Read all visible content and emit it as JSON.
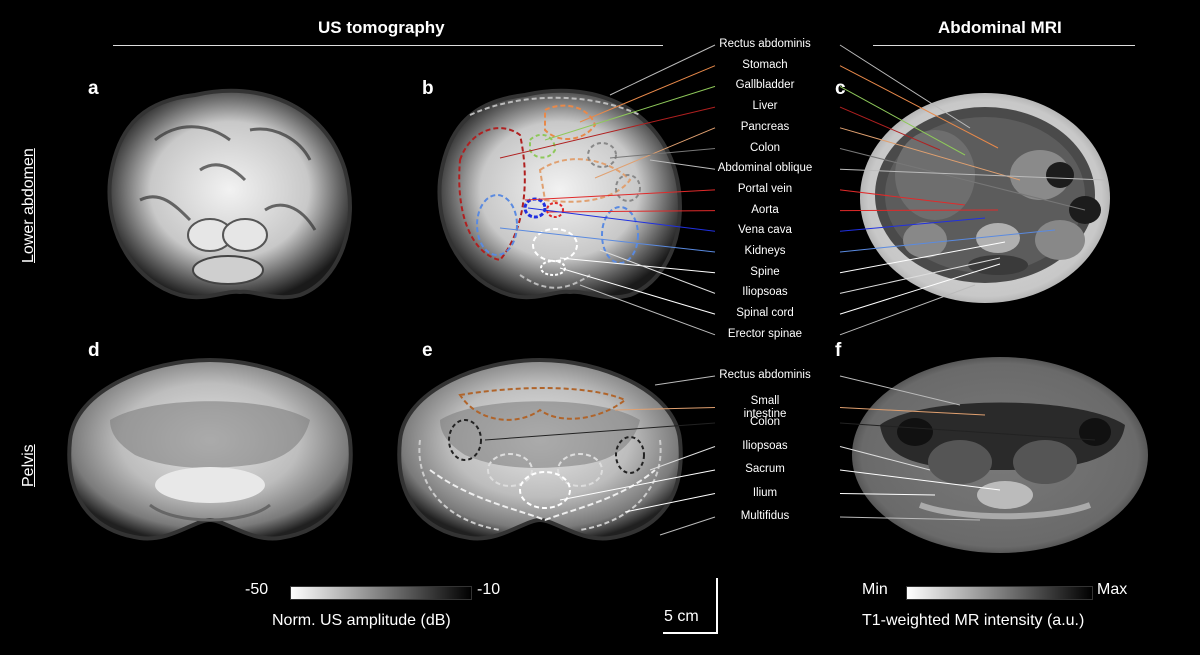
{
  "headers": {
    "left": "US tomography",
    "right": "Abdominal MRI"
  },
  "row_labels": {
    "top": "Lower abdomen",
    "bottom": "Pelvis"
  },
  "panel_letters": [
    "a",
    "b",
    "c",
    "d",
    "e",
    "f"
  ],
  "labels_upper": [
    {
      "text": "Rectus abdominis",
      "color": "#bbbbbb"
    },
    {
      "text": "Stomach",
      "color": "#e8894a"
    },
    {
      "text": "Gallbladder",
      "color": "#8ec85a"
    },
    {
      "text": "Liver",
      "color": "#b02020"
    },
    {
      "text": "Pancreas",
      "color": "#e0a070"
    },
    {
      "text": "Colon",
      "color": "#777777"
    },
    {
      "text": "Abdominal oblique",
      "color": "#bbbbbb"
    },
    {
      "text": "Portal vein",
      "color": "#e02a2a"
    },
    {
      "text": "Aorta",
      "color": "#e02a2a"
    },
    {
      "text": "Vena cava",
      "color": "#2030e0"
    },
    {
      "text": "Kidneys",
      "color": "#5a8ae0"
    },
    {
      "text": "Spine",
      "color": "#ffffff"
    },
    {
      "text": "Iliopsoas",
      "color": "#dddddd"
    },
    {
      "text": "Spinal cord",
      "color": "#ffffff"
    },
    {
      "text": "Erector spinae",
      "color": "#bbbbbb"
    }
  ],
  "labels_lower": [
    {
      "text": "Rectus abdominis",
      "color": "#bbbbbb"
    },
    {
      "text": "Small\nintestine",
      "color": "#e0a070"
    },
    {
      "text": "Colon",
      "color": "#222222"
    },
    {
      "text": "Iliopsoas",
      "color": "#dddddd"
    },
    {
      "text": "Sacrum",
      "color": "#ffffff"
    },
    {
      "text": "Ilium",
      "color": "#ffffff"
    },
    {
      "text": "Multifidus",
      "color": "#bbbbbb"
    }
  ],
  "colorbar_us": {
    "min": "-50",
    "max": "-10",
    "label": "Norm. US amplitude (dB)"
  },
  "scalebar": {
    "label": "5 cm"
  },
  "colorbar_mri": {
    "min": "Min",
    "max": "Max",
    "label": "T1-weighted MR intensity (a.u.)"
  }
}
